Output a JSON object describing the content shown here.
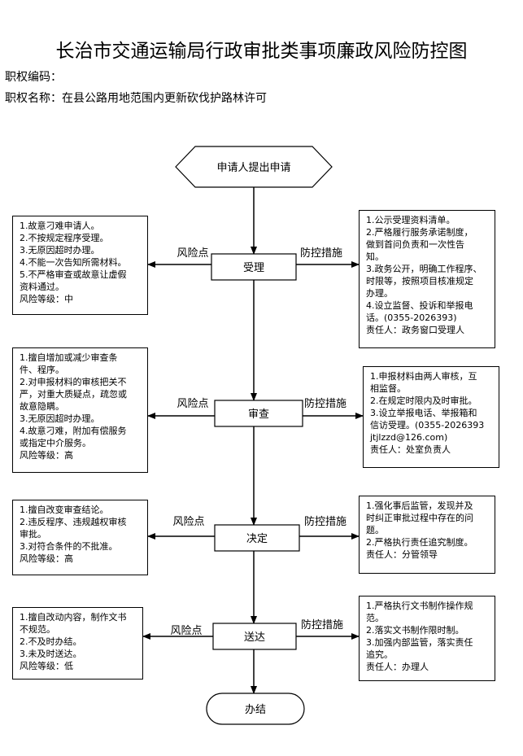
{
  "title": "长治市交通运输局行政审批类事项廉政风险防控图",
  "code_label": "职权编码：",
  "name_label": "职权名称：在县公路用地范围内更新砍伐护路林许可",
  "start": "申请人提出申请",
  "end": "办结",
  "risk_label": "风险点",
  "control_label": "防控措施",
  "steps": [
    {
      "name": "受理",
      "risks": [
        "1.故意刁难申请人。",
        "2.不按规定程序受理。",
        "3.无原因超时办理。",
        "4.不能一次告知所需材料。",
        "5.不严格审查或故意让虚假",
        "资料通过。",
        "风险等级：中"
      ],
      "controls": [
        "1.公示受理资料清单。",
        "2.严格履行服务承诺制度，",
        "做到首问负责和一次性告",
        "知。",
        "3.政务公开，明确工作程序、",
        "时限等，按照项目核准规定",
        "办理。",
        "4.设立监督、投诉和举报电",
        "话。(0355-2026393)",
        "责任人：政务窗口受理人"
      ]
    },
    {
      "name": "审查",
      "risks": [
        "1.擅自增加或减少审查条",
        "件、程序。",
        "2.对申报材料的审核把关不",
        "严，对重大质疑点，疏忽或",
        "故意隐瞒。",
        "3.无原因超时办理。",
        "4.故意刁难，附加有偿服务",
        "或指定中介服务。",
        "风险等级：高"
      ],
      "controls": [
        "1.申报材料由两人审核，互",
        "相监督。",
        "2.在规定时限内及时审批。",
        "3.设立举报电话、举报箱和",
        "信访受理。(0355-2026393",
        "jtjlzzd@126.com)",
        "责任人：处室负责人"
      ]
    },
    {
      "name": "决定",
      "risks": [
        "1.擅自改变审查结论。",
        "2.违反程序、违规越权审核",
        "审批。",
        "3.对符合条件的不批准。",
        "风险等级：高"
      ],
      "controls": [
        "1.强化事后监管，发现并及",
        "时纠正审批过程中存在的问",
        "题。",
        "2.严格执行责任追究制度。",
        "责任人：分管领导"
      ]
    },
    {
      "name": "送达",
      "risks": [
        "1.擅自改动内容，制作文书",
        "不规范。",
        "2.不及时办结。",
        "3.未及时送达。",
        "风险等级：低"
      ],
      "controls": [
        "1.严格执行文书制作操作规",
        "范。",
        "2.落实文书制作限时制。",
        "3.加强内部监管，落实责任",
        "追究。",
        "责任人：办理人"
      ]
    }
  ]
}
